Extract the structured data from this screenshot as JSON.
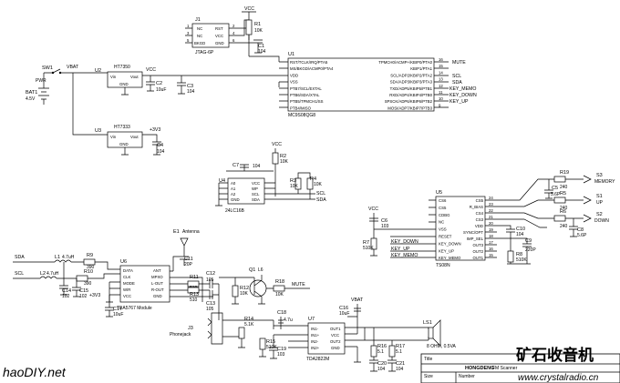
{
  "parts": {
    "j1": {
      "ref": "J1",
      "type": "JTAG-6P",
      "pins": [
        "NC",
        "NC",
        "BKGD",
        "RST",
        "VCC",
        "GND"
      ],
      "pin_nums": [
        "1",
        "3",
        "5",
        "2",
        "4",
        "6"
      ]
    },
    "r1": {
      "ref": "R1",
      "value": "10K"
    },
    "c1": {
      "ref": "C1",
      "value": "104"
    },
    "sw1": {
      "ref": "SW1",
      "label": "PWR"
    },
    "bat1": {
      "ref": "BAT1",
      "value": "4.5V"
    },
    "u2": {
      "ref": "U2",
      "type": "HT7350",
      "pins": [
        "Vin",
        "Vout",
        "GND"
      ]
    },
    "u3": {
      "ref": "U3",
      "type": "HT7333",
      "pins": [
        "Vin",
        "Vout",
        "GND"
      ]
    },
    "c2": {
      "ref": "C2",
      "value": "10uF"
    },
    "c3": {
      "ref": "C3",
      "value": "104"
    },
    "c4": {
      "ref": "C4",
      "value": "104"
    },
    "u1": {
      "ref": "U1",
      "type": "MC9S08QG8",
      "left_pins": [
        "RST/TCLK/IRQ/PTA5",
        "MS/BKGD/ACMP0/PTA4",
        "VDD",
        "VSS",
        "PTB7/SCL/EXTAL",
        "PTB6/SDA/XTAL",
        "PTB5/TPMCH1/SS",
        "PTB4/MISO"
      ],
      "right_pins": [
        "TPMCH0/ACMP+/KBIP0/PTA0",
        "KBIP1/PTA1",
        "SCL/ADP2/KBIP2/PTA2",
        "SDA/ADP3/KBIP3/PTA3",
        "TXD/ADP5/KBIP5/PTB1",
        "RXD/ADP4/KBIP4/PTB0",
        "SPSCK/ADP6/KBIP6/PTB2",
        "MOSI/ADP7/KBIP7/PTB3"
      ],
      "right_nums": [
        "16",
        "15",
        "14",
        "13",
        "12",
        "11",
        "10",
        "9"
      ]
    },
    "u1_nets": [
      "MUTE",
      "SCL",
      "SDA",
      "KEY_MEMO",
      "KEY_DOWN",
      "KEY_UP"
    ],
    "u4": {
      "ref": "U4",
      "type": "24LC16B",
      "pins": [
        "A0",
        "A1",
        "A2",
        "GND",
        "VCC",
        "WP",
        "SCL",
        "SDA"
      ]
    },
    "r2": {
      "ref": "R2",
      "value": "10K"
    },
    "r3": {
      "ref": "R3",
      "value": "10K"
    },
    "r4": {
      "ref": "R4",
      "value": "10K"
    },
    "c7": {
      "ref": "C7",
      "value": "104"
    },
    "u5": {
      "ref": "U5",
      "type": "TS08N",
      "left_pins": [
        "CS6",
        "CS5",
        "CDBG",
        "NC",
        "VSS",
        "RESET",
        "KEY_DOWN",
        "KEY_UP",
        "KEY_MEMO"
      ],
      "right_pins": [
        "CS5",
        "R_BIAS",
        "CS4",
        "CS3",
        "VDD",
        "SYNC/OPT",
        "IMP_SEL",
        "OUT3",
        "OUT2",
        "OUT1"
      ],
      "right_nums": [
        "24",
        "23",
        "22",
        "21",
        "20",
        "19",
        "18",
        "17",
        "16",
        "15"
      ]
    },
    "c6": {
      "ref": "C6",
      "value": "103"
    },
    "r7": {
      "ref": "R7",
      "value": "510K"
    },
    "r8": {
      "ref": "R8",
      "value": "510K"
    },
    "c10": {
      "ref": "C10",
      "value": "104"
    },
    "c9": {
      "ref": "C9",
      "value": "220P"
    },
    "r19": {
      "ref": "R19",
      "value": "240"
    },
    "r5": {
      "ref": "R5",
      "value": "240"
    },
    "r6": {
      "ref": "R6",
      "value": "240"
    },
    "c5": {
      "ref": "C5",
      "value": "5.6P"
    },
    "c8": {
      "ref": "C8",
      "value": "5.6P"
    },
    "s3": {
      "ref": "S3",
      "label": "MEMORY"
    },
    "s1": {
      "ref": "S1",
      "label": "UP"
    },
    "s2": {
      "ref": "S2",
      "label": "DOWN"
    },
    "e1": {
      "ref": "E1",
      "label": "Antenna"
    },
    "l1": {
      "ref": "L1",
      "value": "4.7uH"
    },
    "l2": {
      "ref": "L2",
      "value": "4.7uH"
    },
    "r9": {
      "ref": "R9",
      "value": "390"
    },
    "r10": {
      "ref": "R10",
      "value": "390"
    },
    "c14": {
      "ref": "C14",
      "value": "102"
    },
    "c15": {
      "ref": "C15",
      "value": "102"
    },
    "c17": {
      "ref": "C17",
      "value": "10uF"
    },
    "u6": {
      "ref": "U6",
      "type": "TEA5767 Module",
      "left_pins": [
        "DATA",
        "CLK",
        "MODE",
        "W/R",
        "VCC"
      ],
      "right_pins": [
        "ANT",
        "MPXO",
        "L-OUT",
        "R-OUT",
        "GND"
      ]
    },
    "c11": {
      "ref": "C11",
      "value": "20P"
    },
    "c12": {
      "ref": "C12",
      "value": "105"
    },
    "c13": {
      "ref": "C13",
      "value": "105"
    },
    "r11": {
      "ref": "R11",
      "value": "510"
    },
    "r13": {
      "ref": "R13",
      "value": "510"
    },
    "r12": {
      "ref": "R12",
      "value": "10K"
    },
    "r18": {
      "ref": "R18",
      "value": "10K"
    },
    "q1": {
      "ref": "Q1",
      "type": "L6"
    },
    "j3": {
      "ref": "J3",
      "label": "Phonejack"
    },
    "r14": {
      "ref": "R14",
      "value": "5.1K"
    },
    "r15": {
      "ref": "R15",
      "value": "510K"
    },
    "c18": {
      "ref": "C18",
      "value": "4.7u"
    },
    "c19": {
      "ref": "C19",
      "value": "103"
    },
    "u7": {
      "ref": "U7",
      "type": "TDA2822M",
      "left_pins": [
        "IN1-",
        "IN1+",
        "IN2-",
        "IN2+"
      ],
      "right_pins": [
        "OUT1",
        "VCC",
        "OUT2",
        "GND"
      ]
    },
    "c16": {
      "ref": "C16",
      "value": "10uF"
    },
    "r16": {
      "ref": "R16",
      "value": "5.1"
    },
    "r17": {
      "ref": "R17",
      "value": "5.1"
    },
    "c20": {
      "ref": "C20",
      "value": "104"
    },
    "c21": {
      "ref": "C21",
      "value": "104"
    },
    "ls1": {
      "ref": "LS1",
      "value": "8 OHM, 0.5VA"
    }
  },
  "nets": {
    "vcc": "VCC",
    "vbat": "VBAT",
    "v3v3": "+3V3",
    "sda": "SDA",
    "scl": "SCL",
    "mute": "MUTE",
    "key_memo": "KEY_MEMO",
    "key_down": "KEY_DOWN",
    "key_up": "KEY_UP"
  },
  "title_block": {
    "title_label": "Title",
    "title_value": "HONGDENG ",
    "title_rest": "FM Scanner",
    "size_label": "Size",
    "number_label": "Number"
  },
  "watermarks": {
    "left": "haoDIY.net",
    "right_cn": "矿石收音机",
    "right_url": "www.crystalradio.cn"
  }
}
